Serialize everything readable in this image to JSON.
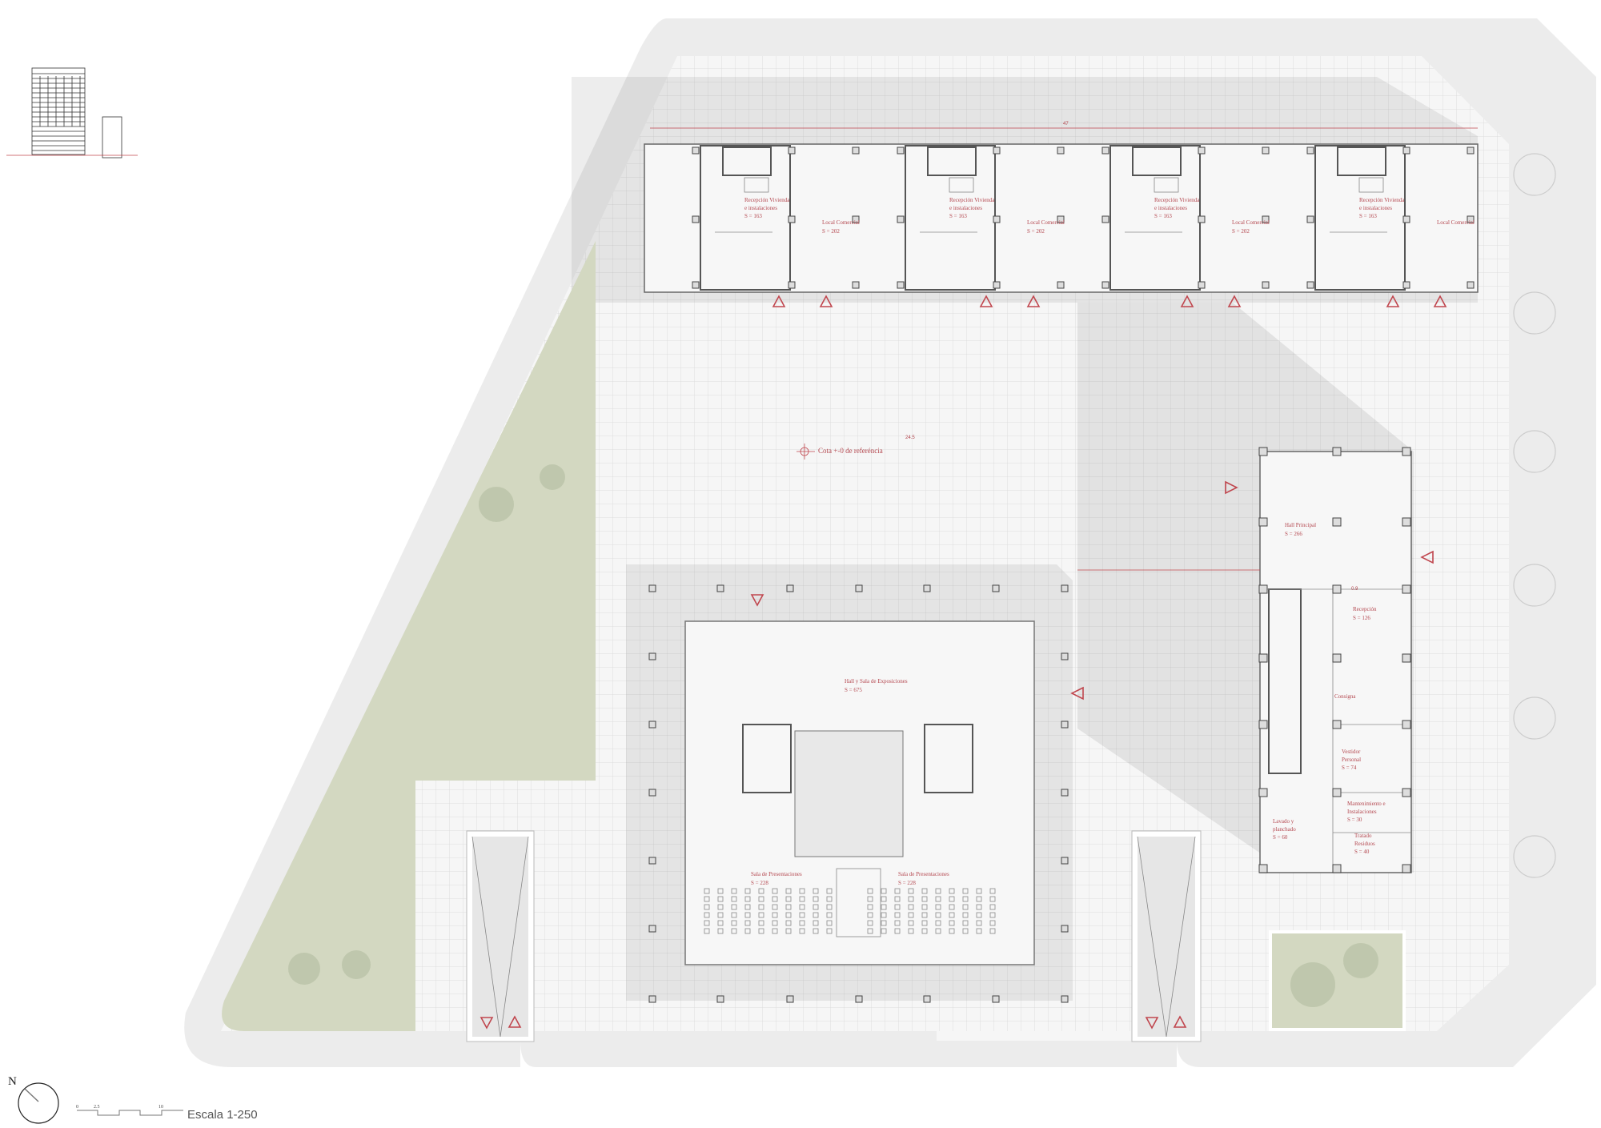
{
  "upper_units": [
    {
      "name": "Recepción Vivienda",
      "name2": "e instalaciones",
      "area": "S = 163",
      "local": "Local Comercial",
      "local_area": "S = 202"
    },
    {
      "name": "Recepción Vivienda",
      "name2": "e instalaciones",
      "area": "S = 163",
      "local": "Local Comercial",
      "local_area": "S = 202"
    },
    {
      "name": "Recepción Vivienda",
      "name2": "e instalaciones",
      "area": "S = 163",
      "local": "Local Comercial",
      "local_area": "S = 202"
    },
    {
      "name": "Recepción Vivienda",
      "name2": "e instalaciones",
      "area": "S = 163",
      "local": "Local Comercial",
      "local_area": ""
    }
  ],
  "plaza": {
    "reference_label": "Cota +-0 de referéncia"
  },
  "lower_building": {
    "hall": "Hall y Sala de Exposiciones",
    "hall_area": "S = 675",
    "sala1": "Sala de Presentaciones",
    "sala1_area": "S = 228",
    "sala2": "Sala de Presentaciones",
    "sala2_area": "S = 228"
  },
  "right_building": {
    "hall": "Hall Principal",
    "hall_area": "S = 266",
    "recepcion": "Recepción",
    "recepcion_area": "S = 126",
    "consigna": "Consigna",
    "vestidor": "Vestidor",
    "vestidor2": "Personal",
    "vestidor_area": "S = 74",
    "mant": "Mantenimiento e",
    "mant2": "Instalaciones",
    "mant_area": "S = 30",
    "lavado": "Lavado  y",
    "lavado2": "planchado",
    "lavado_area": "S = 60",
    "tratado": "Tratado",
    "tratado2": "Residuos",
    "tratado_area": "S = 40"
  },
  "dimensions": {
    "top": "47",
    "center": "24.5",
    "right_small": "0.9"
  },
  "legend": {
    "north": "N",
    "scale_0": "0",
    "scale_1": "2.5",
    "scale_2": "10",
    "scale_title": "Escala 1-250"
  },
  "colors": {
    "accent": "#c0464e",
    "green": "#d3d8c1",
    "road": "#ececec",
    "plaza": "#f5f5f5"
  }
}
